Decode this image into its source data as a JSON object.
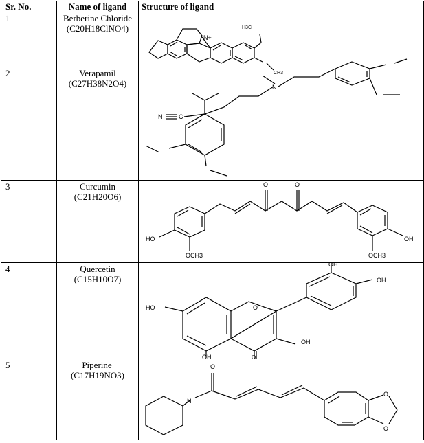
{
  "table": {
    "headers": {
      "sr_no": "Sr. No.",
      "name": "Name of ligand",
      "structure": "Structure of ligand"
    },
    "rows": [
      {
        "sr_no": "1",
        "name": "Berberine Chloride",
        "formula": "(C20H18ClNO4)",
        "structure_icon": "berberine-structure"
      },
      {
        "sr_no": "2",
        "name": "Verapamil",
        "formula": "(C27H38N2O4)",
        "structure_icon": "verapamil-structure"
      },
      {
        "sr_no": "3",
        "name": "Curcumin",
        "formula": "(C21H20O6)",
        "structure_icon": "curcumin-structure"
      },
      {
        "sr_no": "4",
        "name": "Quercetin",
        "formula": "(C15H10O7)",
        "structure_icon": "quercetin-structure"
      },
      {
        "sr_no": "5",
        "name": "Piperine",
        "formula": "(C17H19NO3)",
        "structure_icon": "piperine-structure"
      }
    ]
  },
  "structure_labels": {
    "berberine": {
      "n_plus": "N+",
      "h3c": "H3C",
      "ch3": "CH3"
    },
    "verapamil": {
      "nitrile": "N",
      "carbon": "C",
      "n": "N"
    },
    "curcumin": {
      "ho": "HO",
      "oh": "OH",
      "o1": "O",
      "o2": "O",
      "och3_left": "OCH3",
      "och3_right": "OCH3"
    },
    "quercetin": {
      "oh_top": "OH",
      "oh_right": "OH",
      "ho_left": "HO",
      "oh_bottom": "OH",
      "oh_ring": "OH",
      "o_ring": "O",
      "o_keto": "O"
    },
    "piperine": {
      "o": "O",
      "n": "N",
      "o_a": "O",
      "o_b": "O"
    }
  }
}
